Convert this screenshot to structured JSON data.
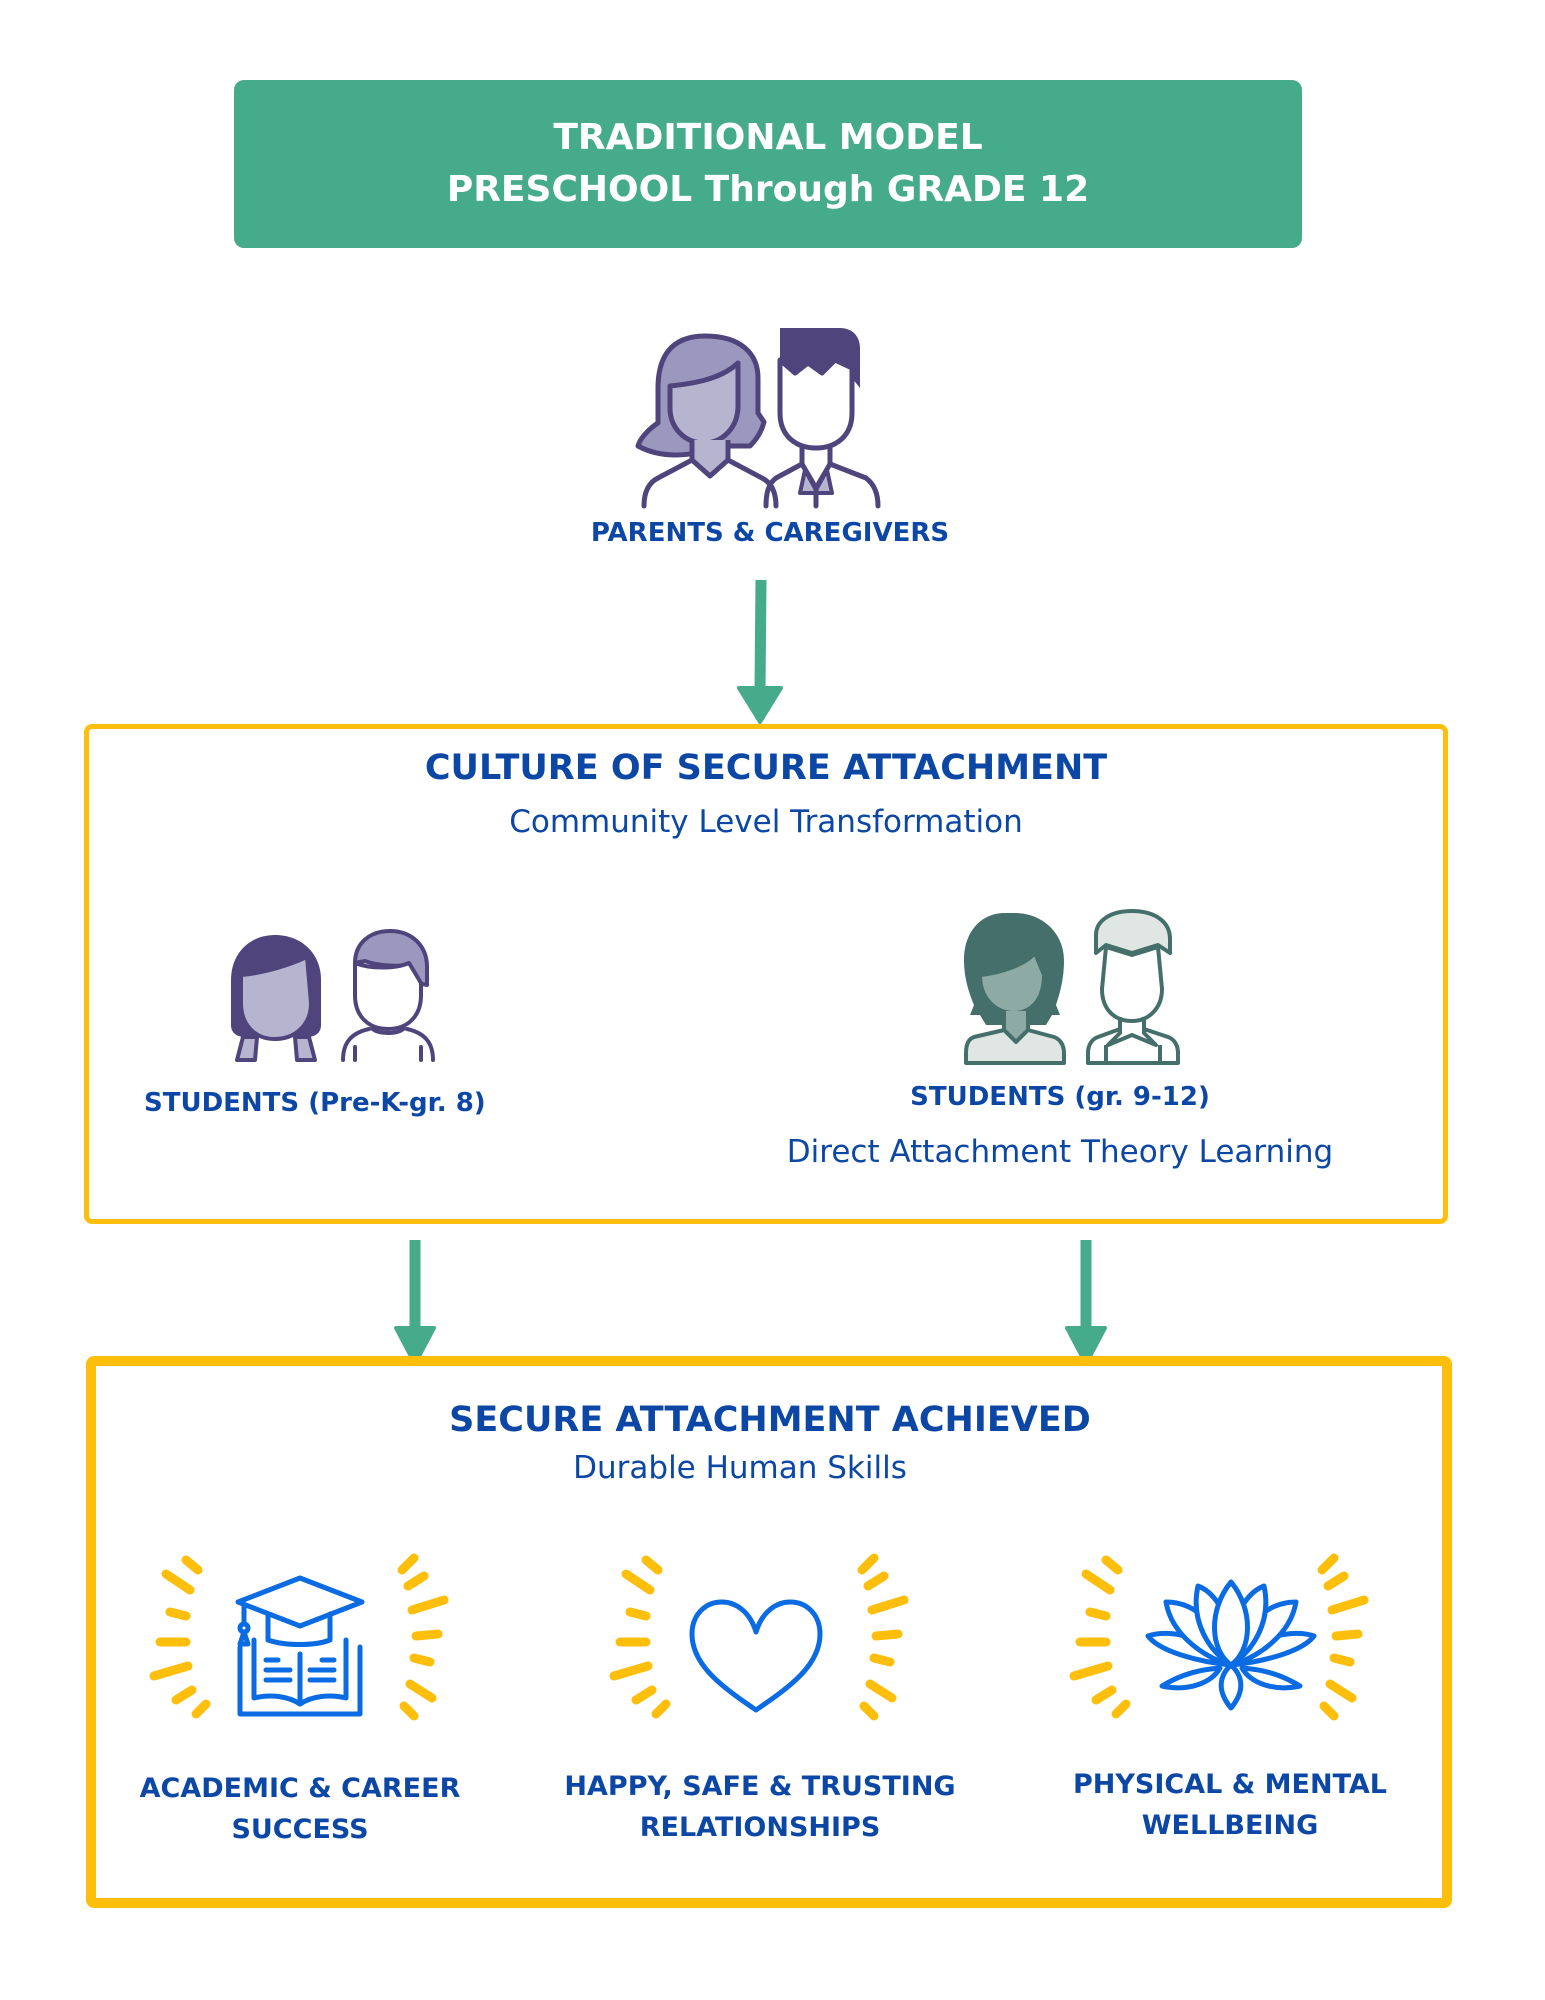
{
  "header": {
    "line1": "TRADITIONAL MODEL",
    "line2": "PRESCHOOL Through GRADE 12"
  },
  "parents": {
    "label": "PARENTS & CAREGIVERS",
    "icon": "parents-icon"
  },
  "culture": {
    "title": "CULTURE OF SECURE ATTACHMENT",
    "subtitle": "Community Level Transformation",
    "groups": [
      {
        "label": "STUDENTS (Pre-K-gr. 8)",
        "icon": "young-students-icon"
      },
      {
        "label": "STUDENTS (gr. 9-12)",
        "sublabel": "Direct Attachment Theory Learning",
        "icon": "teen-students-icon"
      }
    ]
  },
  "achieved": {
    "title": "SECURE ATTACHMENT ACHIEVED",
    "subtitle": "Durable Human Skills",
    "outcomes": [
      {
        "line1": "ACADEMIC & CAREER",
        "line2": "SUCCESS",
        "icon": "graduation-book-icon"
      },
      {
        "line1": "HAPPY, SAFE & TRUSTING",
        "line2": "RELATIONSHIPS",
        "icon": "heart-icon"
      },
      {
        "line1": "PHYSICAL & MENTAL",
        "line2": "WELLBEING",
        "icon": "lotus-icon"
      }
    ]
  },
  "colors": {
    "green": "#45ab8b",
    "yellow": "#fdbf0b",
    "blue_text": "#0c47a6",
    "icon_blue": "#0a6be3",
    "purple": "#4f447c",
    "teal": "#456f6a"
  }
}
